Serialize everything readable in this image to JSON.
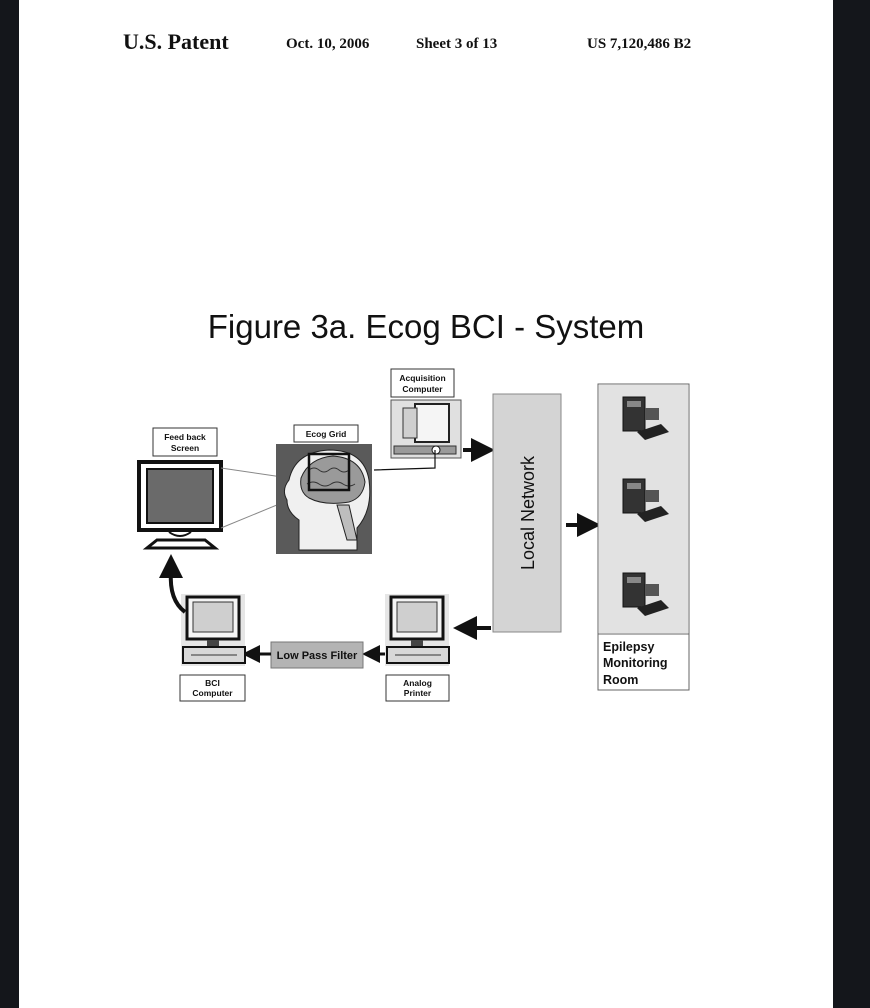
{
  "header": {
    "publisher": "U.S. Patent",
    "date": "Oct. 10, 2006",
    "sheet": "Sheet 3 of 13",
    "patent_number": "US 7,120,486 B2"
  },
  "figure": {
    "title": "Figure 3a. Ecog BCI - System",
    "labels": {
      "acquisition_line1": "Acquisition",
      "acquisition_line2": "Computer",
      "feedback_line1": "Feed back",
      "feedback_line2": "Screen",
      "ecog_grid": "Ecog Grid",
      "local_network": "Local Network",
      "low_pass_filter": "Low Pass Filter",
      "bci_line1": "BCI",
      "bci_line2": "Computer",
      "analog_line1": "Analog",
      "analog_line2": "Printer",
      "epilepsy_line1": "Epilepsy",
      "epilepsy_line2": "Monitoring",
      "epilepsy_line3": "Room"
    }
  }
}
